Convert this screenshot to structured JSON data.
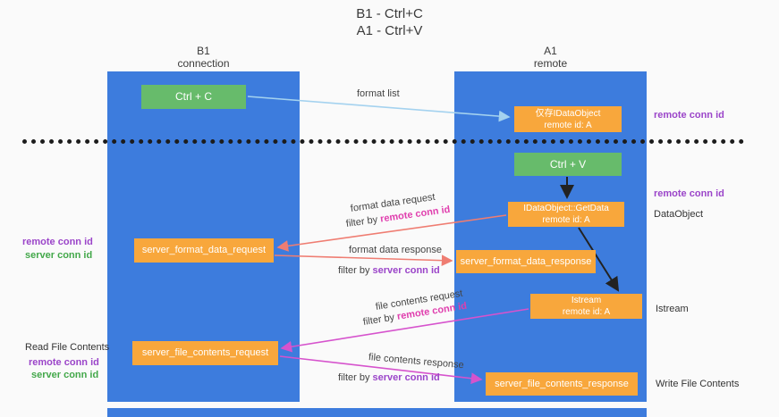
{
  "title": {
    "line1": "B1 - Ctrl+C",
    "line2": "A1 - Ctrl+V"
  },
  "lifelines": {
    "left": {
      "title": "B1",
      "subtitle": "connection"
    },
    "right": {
      "title": "A1",
      "subtitle": "remote"
    }
  },
  "boxes": {
    "ctrl_c": {
      "label": "Ctrl + C"
    },
    "ctrl_v": {
      "label": "Ctrl + V"
    },
    "idataobject": {
      "line1": "仅存IDataObject",
      "line2": "remote id: A"
    },
    "getdata": {
      "line1": "IDataObject::GetData",
      "line2": "remote id: A"
    },
    "istream": {
      "line1": "Istream",
      "line2": "remote id: A"
    },
    "format_request": {
      "label": "server_format_data_request"
    },
    "format_response": {
      "label": "server_format_data_response"
    },
    "file_request": {
      "label": "server_file_contents_request"
    },
    "file_response": {
      "label": "server_file_contents_response"
    }
  },
  "side_labels": {
    "remote_conn_id_top": "remote conn id",
    "remote_conn_id_mid": "remote conn id",
    "dataobject": "DataObject",
    "istream": "Istream",
    "read_file_contents": "Read File Contents",
    "write_file_contents": "Write File Contents",
    "left_remote_conn_id_1": "remote conn id",
    "left_server_conn_id_1": "server conn id",
    "left_remote_conn_id_2": "remote conn id",
    "left_server_conn_id_2": "server conn id"
  },
  "arrow_labels": {
    "format_list": "format list",
    "format_data_request": "format data request",
    "format_data_response": "format data response",
    "file_contents_request": "file contents request",
    "file_contents_response": "file contents response",
    "filter_by": "filter by",
    "remote_conn_id": "remote conn id",
    "server_conn_id": "server conn id"
  },
  "colors": {
    "lifeline_blue": "#3d7cdd",
    "box_green": "#67bb6b",
    "box_orange": "#f8a73c",
    "purple_text": "#9b45c9",
    "pink_text": "#e03fae",
    "green_text": "#43a84a",
    "arrow_lightblue": "#a4d2ef",
    "arrow_salmon": "#ef7d72",
    "arrow_magenta": "#d653cd",
    "arrow_black": "#222222"
  }
}
